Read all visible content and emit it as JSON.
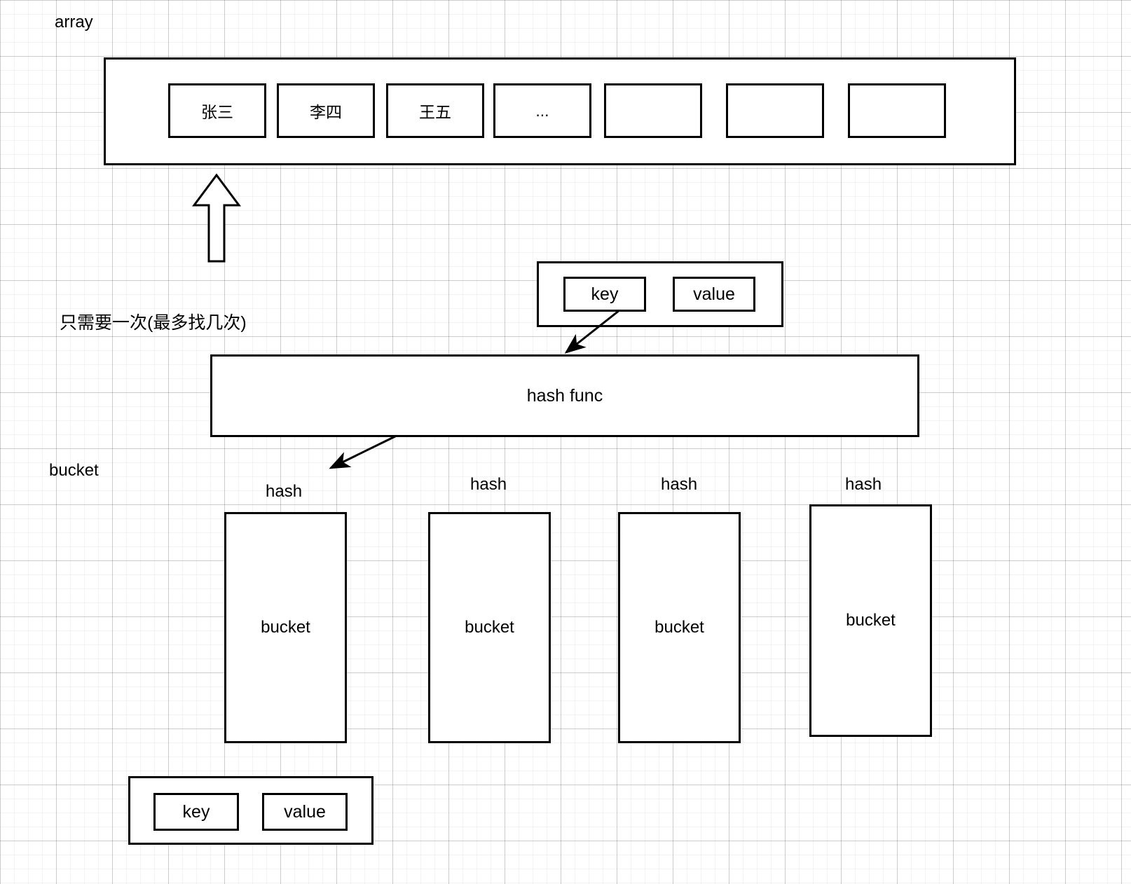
{
  "labels": {
    "array": "array",
    "note_chinese": "只需要一次(最多找几次)",
    "bucket_side": "bucket"
  },
  "array_section": {
    "cells": [
      {
        "text": "张三"
      },
      {
        "text": "李四"
      },
      {
        "text": "王五"
      },
      {
        "text": "..."
      },
      {
        "text": ""
      },
      {
        "text": ""
      },
      {
        "text": ""
      }
    ]
  },
  "kv_top": {
    "key_label": "key",
    "value_label": "value"
  },
  "hash_func": {
    "label": "hash func"
  },
  "buckets": [
    {
      "hash_label": "hash",
      "bucket_label": "bucket"
    },
    {
      "hash_label": "hash",
      "bucket_label": "bucket"
    },
    {
      "hash_label": "hash",
      "bucket_label": "bucket"
    },
    {
      "hash_label": "hash",
      "bucket_label": "bucket"
    }
  ],
  "kv_bottom": {
    "key_label": "key",
    "value_label": "value"
  },
  "colors": {
    "stroke": "#000000",
    "background": "#ffffff",
    "grid_minor": "#f0f0f0",
    "grid_major": "#d6d6d6"
  }
}
